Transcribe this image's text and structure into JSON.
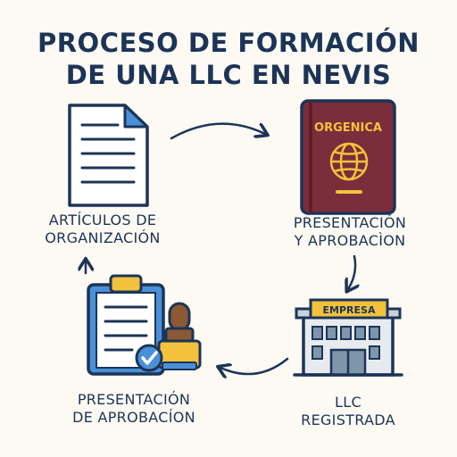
{
  "title": {
    "line1": "PROCESO DE FORMACIÓN",
    "line2": "DE UNA LLC EN NEVIS"
  },
  "steps": [
    {
      "line1": "ARTÍCULOS DE",
      "line2": "ORGANIZACIÓN",
      "icon": "document-icon"
    },
    {
      "line1": "PRESENTACIÓN",
      "line2": "Y APROBACÌON",
      "icon": "passport-icon",
      "badge": "ORGENICA"
    },
    {
      "line1": "LLC",
      "line2": "REGISTRADA",
      "icon": "building-icon",
      "badge": "EMPRESA"
    },
    {
      "line1": "PRESENTACIÓN",
      "line2": "DE APROBACÍON",
      "icon": "clipboard-stamp-icon"
    }
  ],
  "colors": {
    "navy": "#1c3457",
    "passport": "#7b2d3b",
    "gold": "#f2c23c",
    "paper": "#fcfaf3",
    "accent_blue": "#4a90d9"
  }
}
